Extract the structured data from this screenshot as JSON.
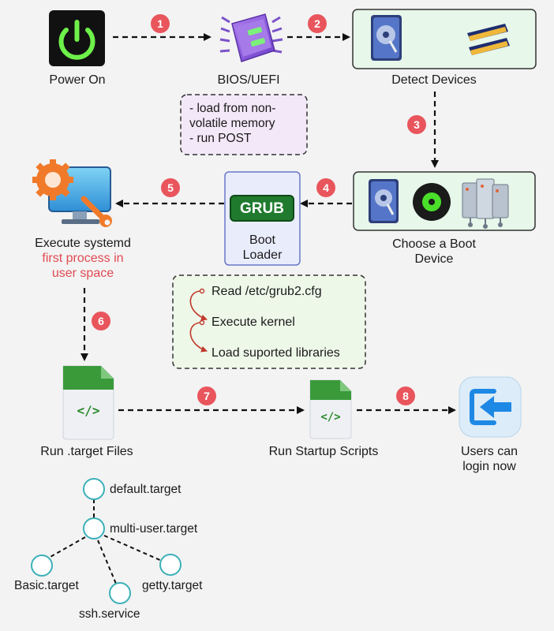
{
  "steps": {
    "power_on": "Power On",
    "bios": "BIOS/UEFI",
    "detect": "Detect Devices",
    "choose_line1": "Choose a Boot",
    "choose_line2": "Device",
    "boot_loader_line1": "Boot",
    "boot_loader_line2": "Loader",
    "grub": "GRUB",
    "systemd": "Execute systemd",
    "systemd_note_line1": "first process in",
    "systemd_note_line2": "user space",
    "target_files": "Run .target Files",
    "startup_scripts": "Run Startup Scripts",
    "login_line1": "Users can",
    "login_line2": "login now"
  },
  "bios_note": {
    "line1": "- load from non-",
    "line2": "volatile memory",
    "line3": "- run POST"
  },
  "grub_steps": [
    "Read /etc/grub2.cfg",
    "Execute kernel",
    "Load suported libraries"
  ],
  "numbers": [
    "1",
    "2",
    "3",
    "4",
    "5",
    "6",
    "7",
    "8"
  ],
  "code_glyph": "</>",
  "targets": {
    "default": "default.target",
    "multi_user": "multi-user.target",
    "basic": "Basic.target",
    "getty": "getty.target",
    "ssh": "ssh.service"
  },
  "colors": {
    "badge": "#e9555c",
    "device_box": "#e7f7ea",
    "grub_green": "#1f7a2e",
    "bios_note_bg": "#f3e8f8",
    "grub_note_bg": "#eef8e9",
    "boot_loader_bg": "#e9ecfb",
    "node_stroke": "#3bb0b8"
  }
}
